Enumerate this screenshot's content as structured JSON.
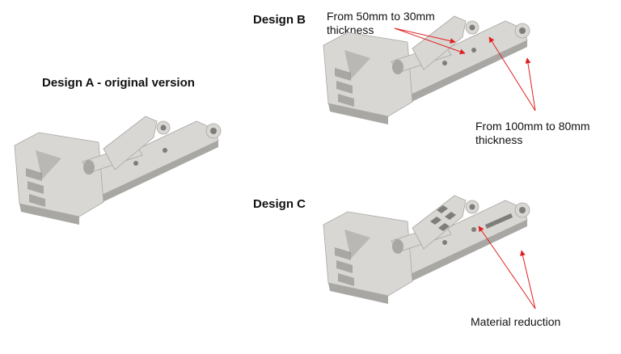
{
  "design_a": {
    "title": "Design A - original version"
  },
  "design_b": {
    "title": "Design B",
    "note_1_line_1": "From 50mm to 30mm",
    "note_1_line_2": "thickness",
    "note_2_line_1": "From 100mm to 80mm",
    "note_2_line_2": "thickness"
  },
  "design_c": {
    "title": "Design C",
    "note": "Material reduction"
  },
  "colors": {
    "part_fill": "#d9d7d4",
    "part_shade": "#a9a7a4",
    "part_dark": "#7f7d7a",
    "annotation": "#e02020"
  }
}
